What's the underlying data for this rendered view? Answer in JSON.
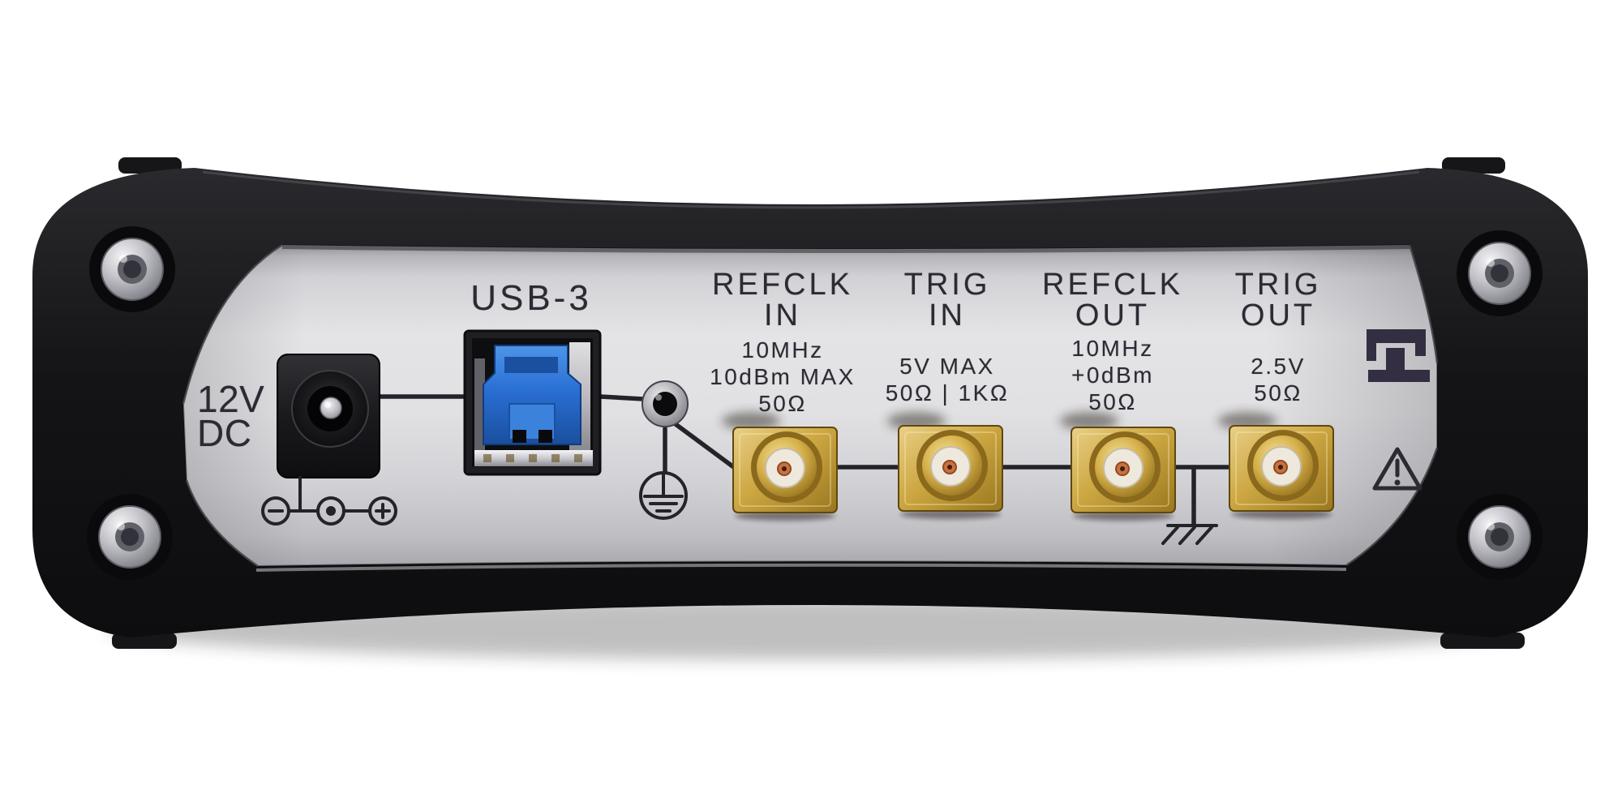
{
  "panel": {
    "power": {
      "label_line1": "12V",
      "label_line2": "DC"
    },
    "usb": {
      "label": "USB-3"
    },
    "ports": [
      {
        "id": "refclk-in",
        "title_line1": "REFCLK",
        "title_line2": "IN",
        "spec1": "10MHz",
        "spec2": "10dBm MAX",
        "spec3": "50Ω"
      },
      {
        "id": "trig-in",
        "title_line1": "TRIG",
        "title_line2": "IN",
        "spec1": "5V MAX",
        "spec2": "50Ω | 1KΩ"
      },
      {
        "id": "refclk-out",
        "title_line1": "REFCLK",
        "title_line2": "OUT",
        "spec1": "10MHz",
        "spec2": "+0dBm",
        "spec3": "50Ω"
      },
      {
        "id": "trig-out",
        "title_line1": "TRIG",
        "title_line2": "OUT",
        "spec1": "2.5V",
        "spec2": "50Ω"
      }
    ],
    "icons": {
      "dc_polarity": "dc-polarity-center-positive",
      "earth": "protective-earth-ground",
      "chassis_ground": "chassis-ground",
      "warning": "warning-triangle",
      "logo": "brand-logo"
    },
    "colors": {
      "chassis_black": "#141417",
      "panel_silver": "#dcdbdf",
      "sma_gold": "#cda843",
      "usb_blue": "#2a6fd4",
      "label_ink": "#2b2b33"
    }
  }
}
